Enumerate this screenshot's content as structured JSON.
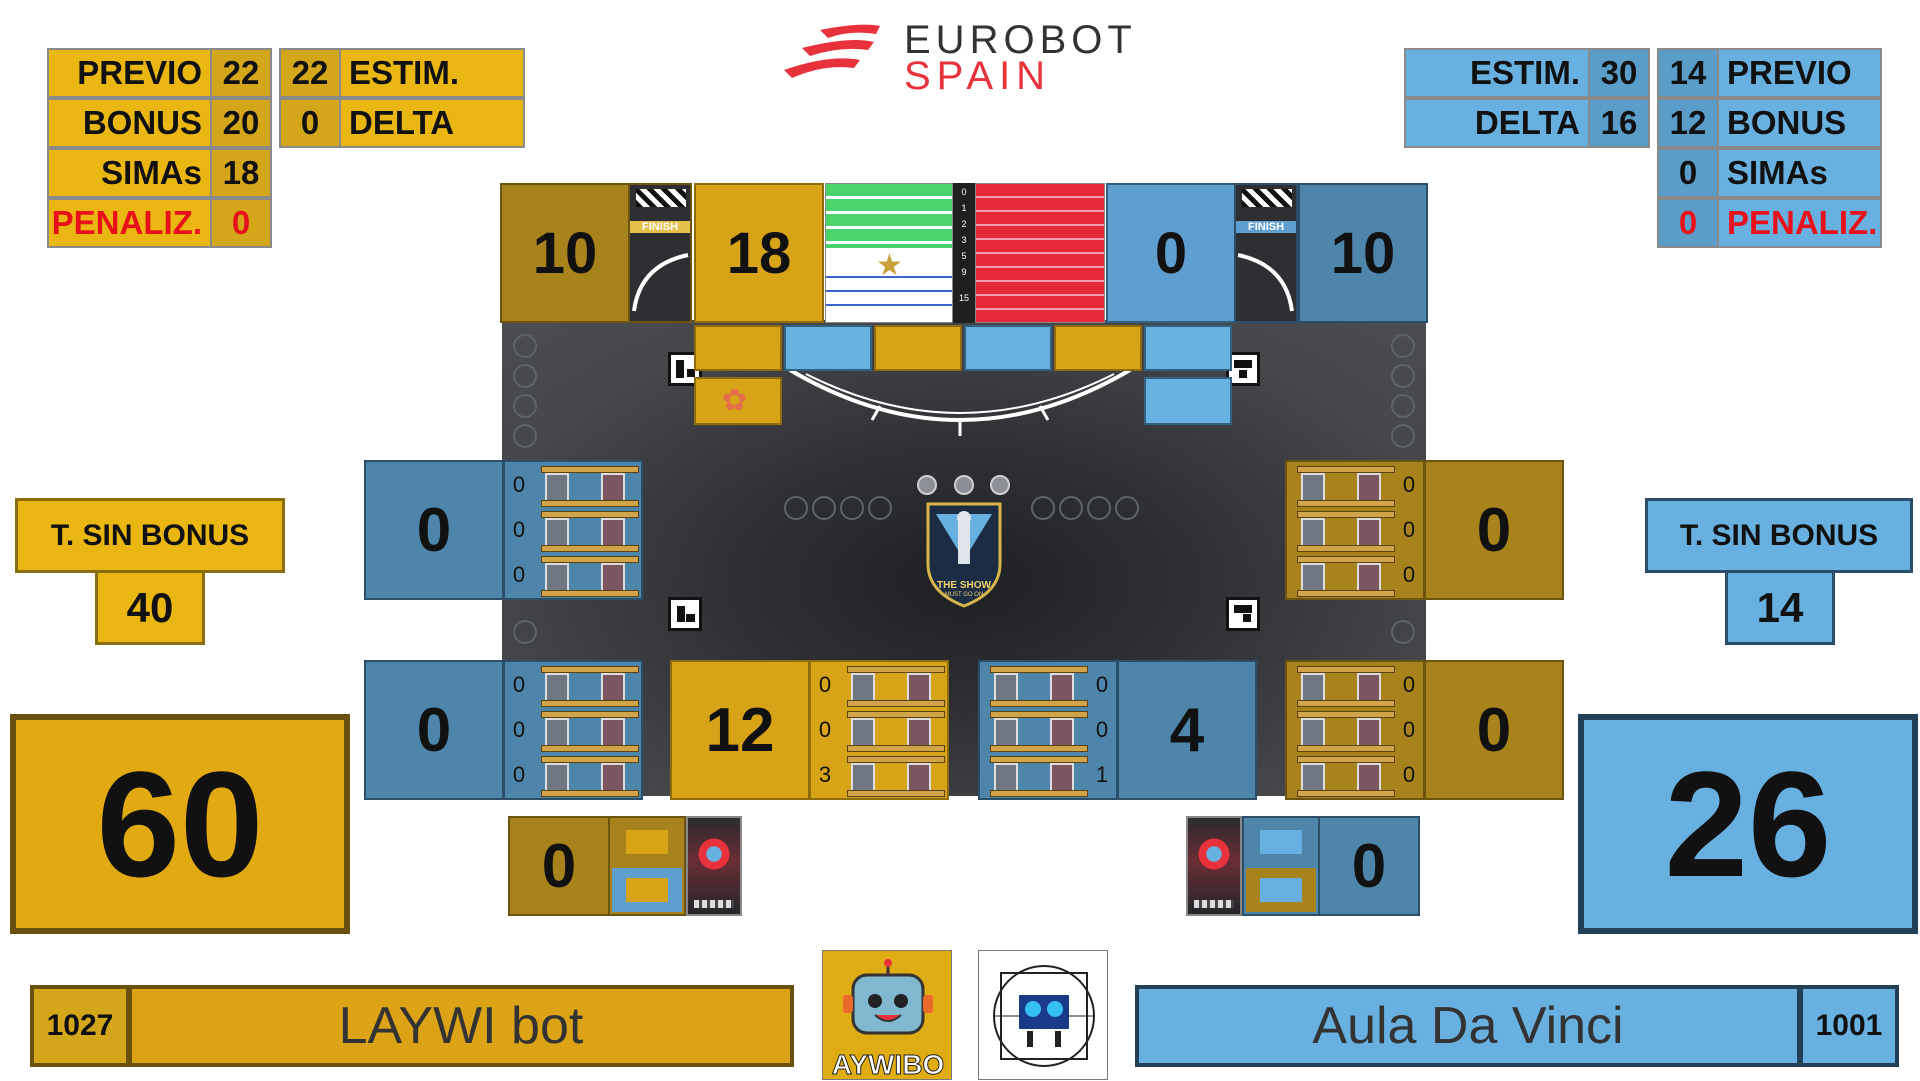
{
  "brand": {
    "line1": "EUROBOT",
    "line2": "SPAIN"
  },
  "colors": {
    "yellow": "#eab612",
    "blue": "#67b0e0",
    "penalty": "#e8111b"
  },
  "yellow_panel": {
    "previo_label": "PREVIO",
    "previo_value": "22",
    "bonus_label": "BONUS",
    "bonus_value": "20",
    "simas_label": "SIMAs",
    "simas_value": "18",
    "penal_label": "PENALIZ.",
    "penal_value": "0",
    "estim_value": "22",
    "estim_label": "ESTIM.",
    "delta_value": "0",
    "delta_label": "DELTA"
  },
  "blue_panel": {
    "estim_label": "ESTIM.",
    "estim_value": "30",
    "delta_label": "DELTA",
    "delta_value": "16",
    "previo_value": "14",
    "previo_label": "PREVIO",
    "bonus_value": "12",
    "bonus_label": "BONUS",
    "simas_value": "0",
    "simas_label": "SIMAs",
    "penal_value": "0",
    "penal_label": "PENALIZ."
  },
  "top_strip": {
    "yellow_finish": "10",
    "finish_label": "FINISH",
    "yellow_simas": "18",
    "blue_simas": "0",
    "blue_finish": "10",
    "scale_ticks": [
      "0",
      "1",
      "2",
      "3",
      "5",
      "9",
      "15"
    ]
  },
  "t_sin_bonus": {
    "label": "T. SIN BONUS",
    "yellow_value": "40",
    "blue_value": "14"
  },
  "totals": {
    "yellow": "60",
    "blue": "26"
  },
  "zones": {
    "left_upper": {
      "score": "0",
      "counts": [
        "0",
        "0",
        "0"
      ]
    },
    "left_lower": {
      "score": "0",
      "counts": [
        "0",
        "0",
        "0"
      ]
    },
    "center_yellow": {
      "score": "12",
      "counts": [
        "0",
        "0",
        "3"
      ]
    },
    "center_blue": {
      "score": "4",
      "counts": [
        "0",
        "0",
        "1"
      ]
    },
    "right_upper": {
      "score": "0",
      "counts": [
        "0",
        "0",
        "0"
      ]
    },
    "right_lower": {
      "score": "0",
      "counts": [
        "0",
        "0",
        "0"
      ]
    }
  },
  "bottom_bins": {
    "yellow": "0",
    "blue": "0"
  },
  "logo_center": {
    "line1": "THE SHOW",
    "line2": "MUST GO ON"
  },
  "teams": {
    "yellow": {
      "number": "1027",
      "name": "LAYWI bot",
      "logo_text": "AYWIBO"
    },
    "blue": {
      "number": "1001",
      "name": "Aula Da Vinci"
    }
  }
}
